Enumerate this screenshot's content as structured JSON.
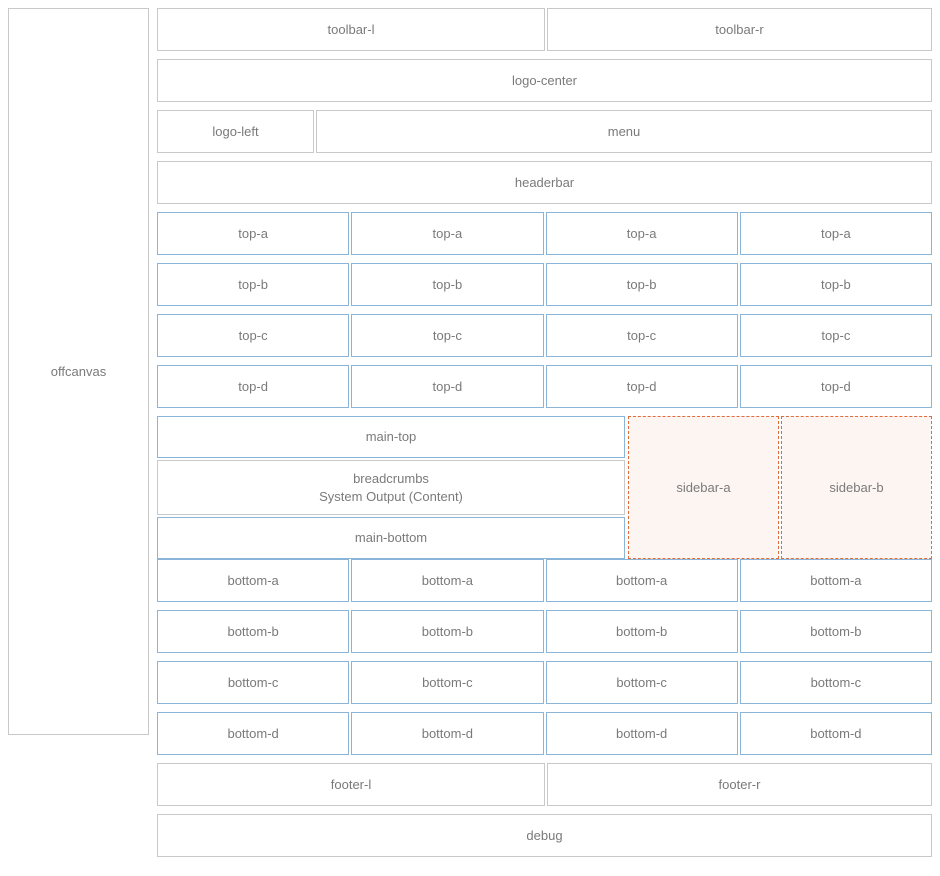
{
  "layout": {
    "name": "template-region-debug-grid",
    "colors": {
      "text": "#7a7a7a",
      "border_gray": "#c9c9c9",
      "border_blue": "#8ab4d8",
      "border_orange_dashed": "#e06c3b",
      "sidebar_background": "#fdf5f1",
      "page_background": "#ffffff"
    }
  },
  "offcanvas": {
    "label": "offcanvas"
  },
  "toolbar": {
    "left_label": "toolbar-l",
    "right_label": "toolbar-r"
  },
  "logo": {
    "center_label": "logo-center",
    "left_label": "logo-left"
  },
  "menu": {
    "label": "menu"
  },
  "headerbar": {
    "label": "headerbar"
  },
  "top_regions": [
    {
      "key": "top-a",
      "cells": [
        "top-a",
        "top-a",
        "top-a",
        "top-a"
      ]
    },
    {
      "key": "top-b",
      "cells": [
        "top-b",
        "top-b",
        "top-b",
        "top-b"
      ]
    },
    {
      "key": "top-c",
      "cells": [
        "top-c",
        "top-c",
        "top-c",
        "top-c"
      ]
    },
    {
      "key": "top-d",
      "cells": [
        "top-d",
        "top-d",
        "top-d",
        "top-d"
      ]
    }
  ],
  "content": {
    "main_top_label": "main-top",
    "breadcrumbs_label": "breadcrumbs",
    "system_output_label": "System Output (Content)",
    "main_bottom_label": "main-bottom",
    "sidebar_a_label": "sidebar-a",
    "sidebar_b_label": "sidebar-b"
  },
  "bottom_regions": [
    {
      "key": "bottom-a",
      "cells": [
        "bottom-a",
        "bottom-a",
        "bottom-a",
        "bottom-a"
      ]
    },
    {
      "key": "bottom-b",
      "cells": [
        "bottom-b",
        "bottom-b",
        "bottom-b",
        "bottom-b"
      ]
    },
    {
      "key": "bottom-c",
      "cells": [
        "bottom-c",
        "bottom-c",
        "bottom-c",
        "bottom-c"
      ]
    },
    {
      "key": "bottom-d",
      "cells": [
        "bottom-d",
        "bottom-d",
        "bottom-d",
        "bottom-d"
      ]
    }
  ],
  "footer": {
    "left_label": "footer-l",
    "right_label": "footer-r"
  },
  "debug": {
    "label": "debug"
  }
}
